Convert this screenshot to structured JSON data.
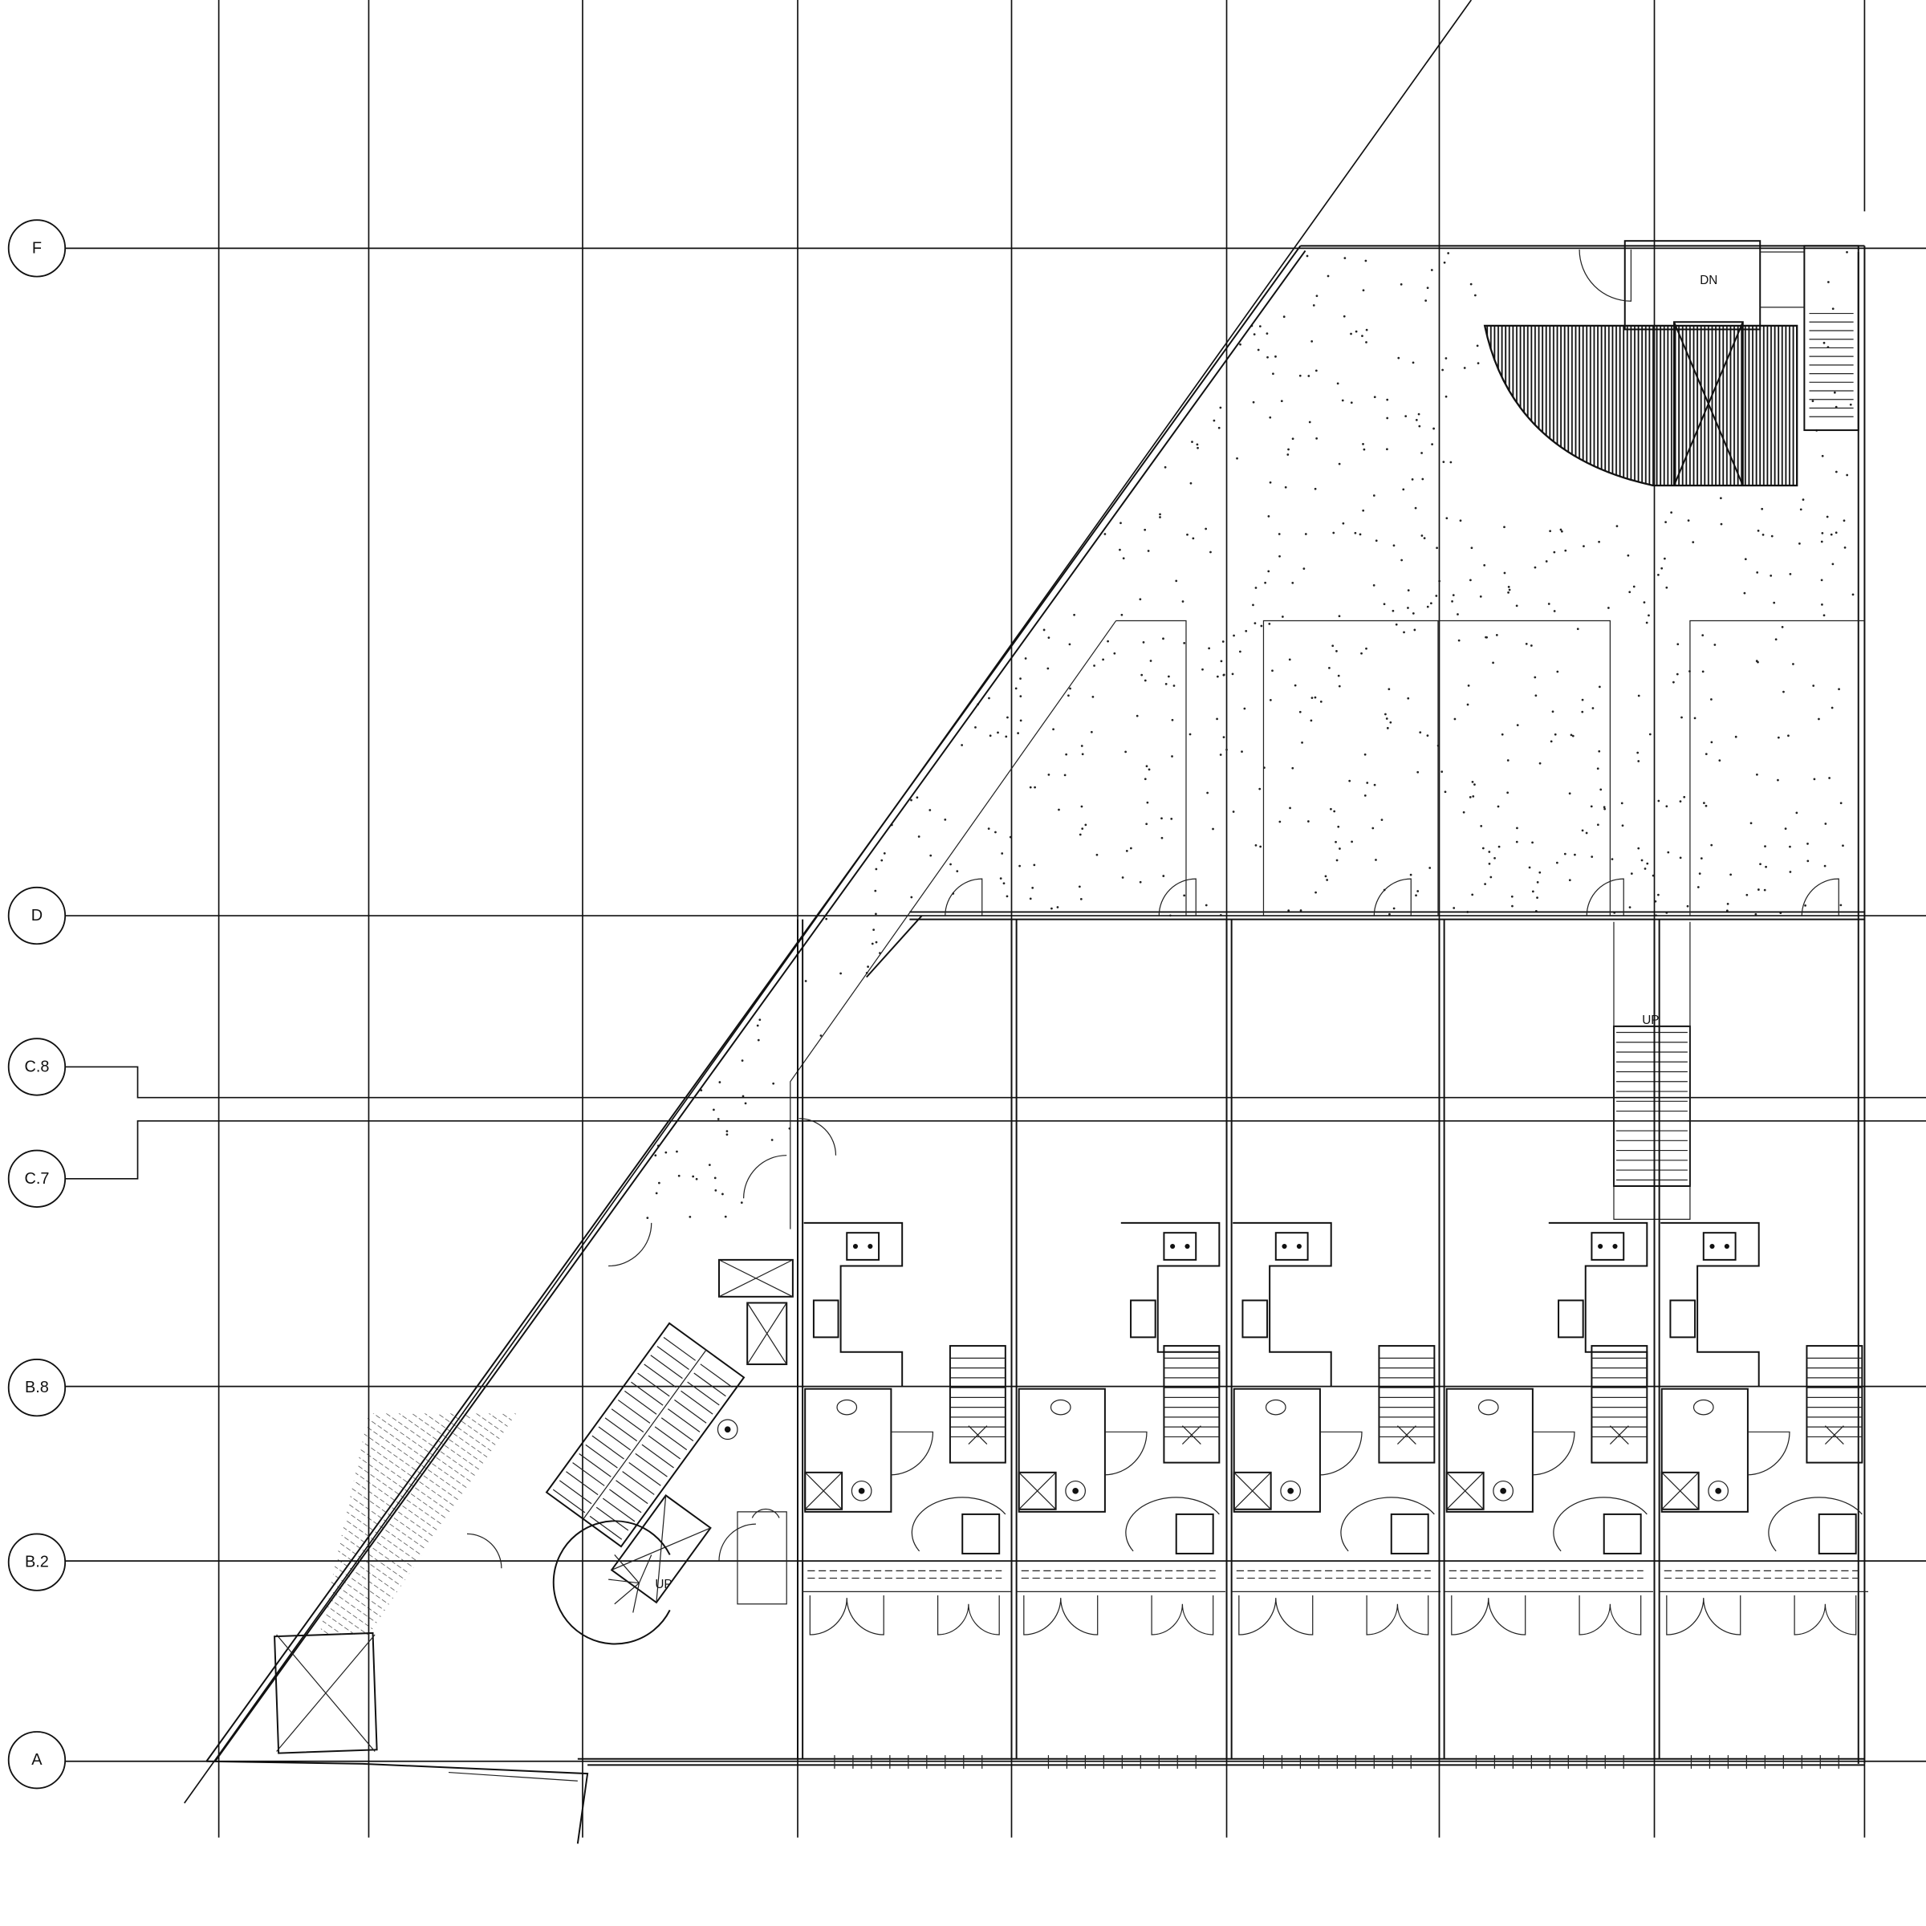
{
  "drawing": {
    "grid_labels": {
      "F": "F",
      "D": "D",
      "C8": "C.8",
      "C7": "C.7",
      "B8": "B.8",
      "B2": "B.2",
      "A": "A"
    },
    "stair_notes": {
      "roof_stair_down": "DN",
      "courtyard_stair_up": "UP",
      "spiral_stair_up": "UP"
    }
  }
}
